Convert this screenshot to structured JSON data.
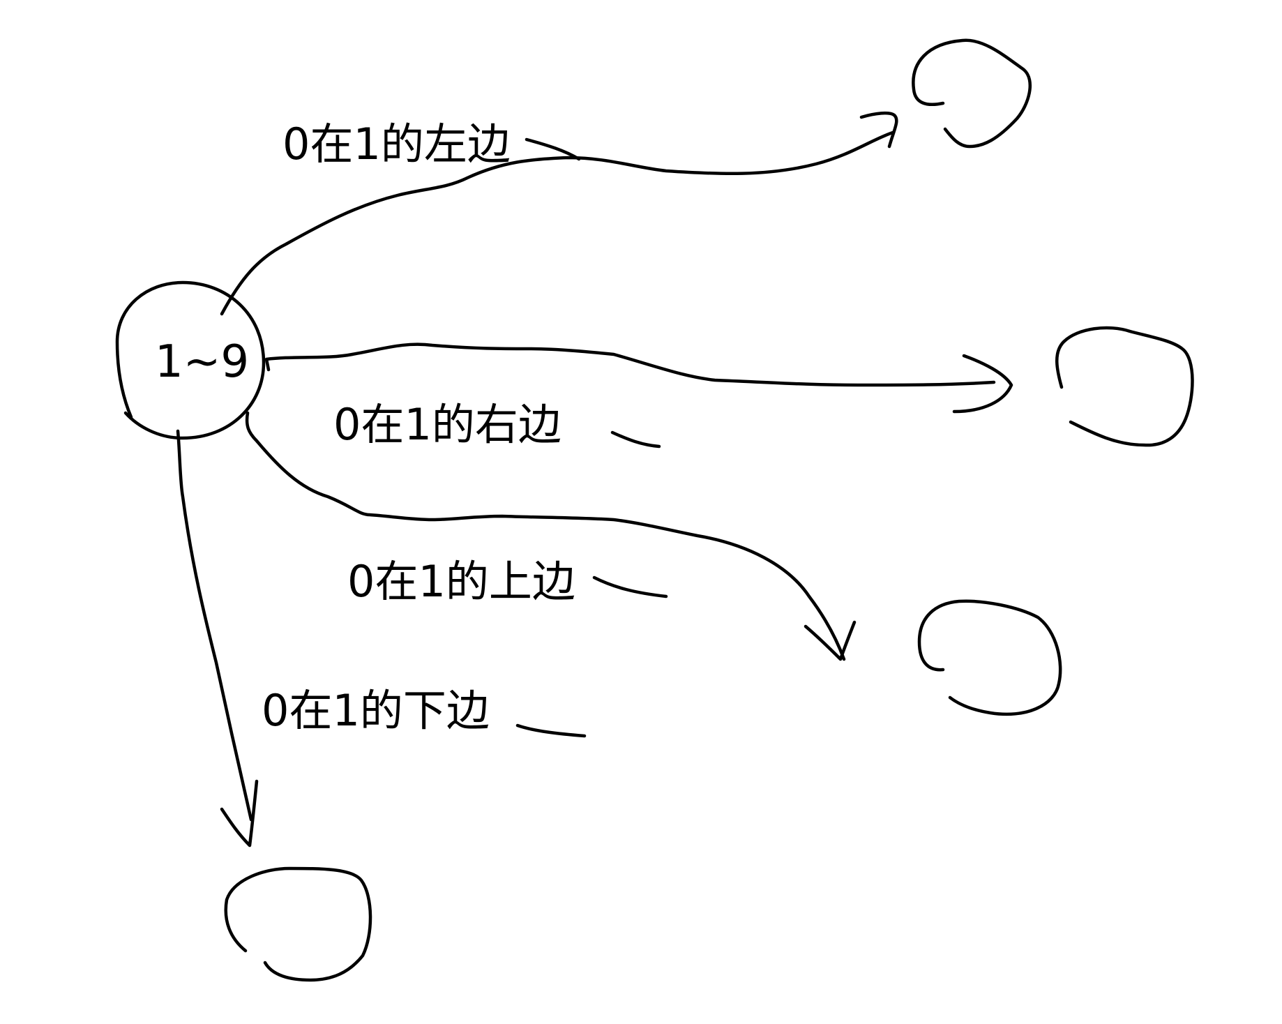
{
  "diagram": {
    "ink_color": "#000000",
    "background_color": "#ffffff",
    "root_node": {
      "label": "1~9"
    },
    "edges": [
      {
        "label": "0在1的左边"
      },
      {
        "label": "0在1的右边"
      },
      {
        "label": "0在1的上边"
      },
      {
        "label": "0在1的下边"
      }
    ]
  }
}
